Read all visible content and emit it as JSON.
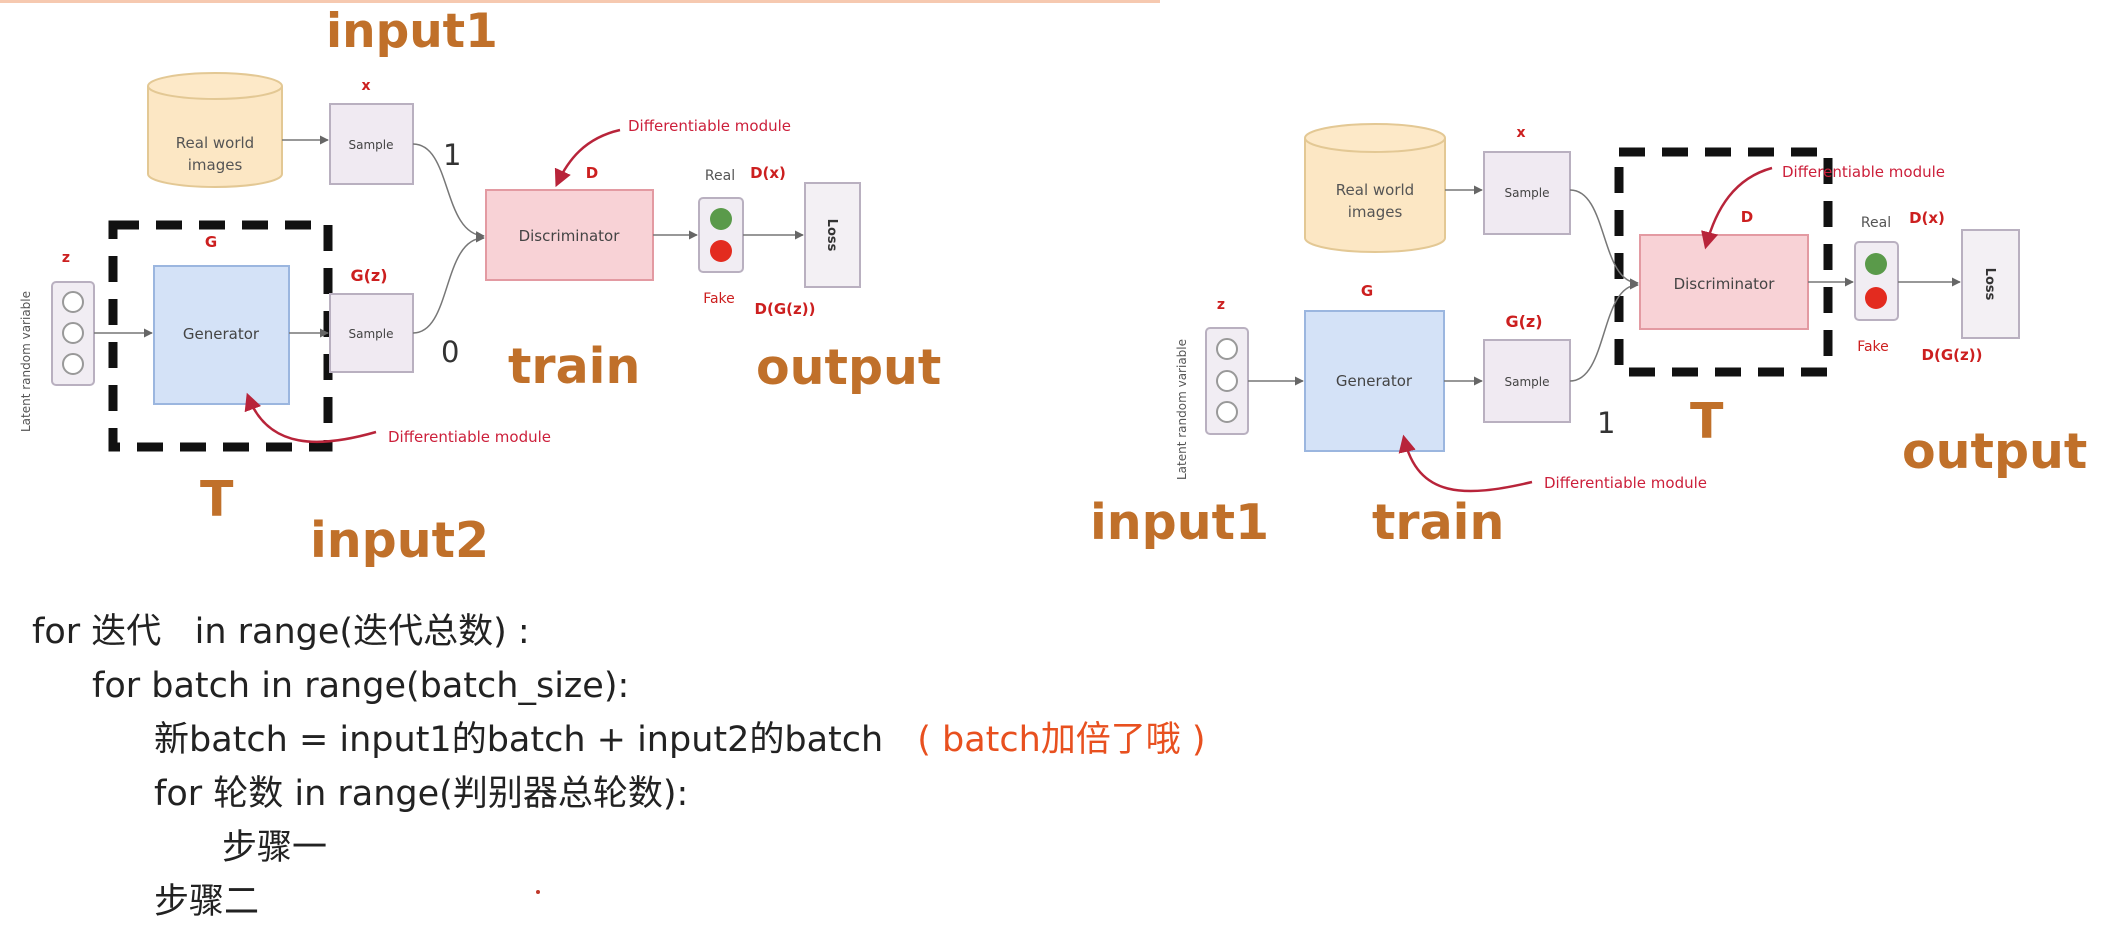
{
  "left_diagram": {
    "real_world_images": [
      "Real world",
      "images"
    ],
    "sample_top": "Sample",
    "x_label": "x",
    "label_one": "1",
    "label_zero": "0",
    "z_label": "z",
    "latent_label": "Latent random variable",
    "g_label": "G",
    "generator": "Generator",
    "gz_label": "G(z)",
    "sample_bottom": "Sample",
    "d_label": "D",
    "discriminator": "Discriminator",
    "real": "Real",
    "fake": "Fake",
    "dx": "D(x)",
    "dgz": "D(G(z))",
    "loss": "Loss",
    "diff_module_top": "Differentiable module",
    "diff_module_bottom": "Differentiable module",
    "input1": "input1",
    "input2": "input2",
    "train": "train",
    "output": "output",
    "t_label": "T"
  },
  "right_diagram": {
    "real_world_images": [
      "Real world",
      "images"
    ],
    "sample_top": "Sample",
    "x_label": "x",
    "z_label": "z",
    "latent_label": "Latent random variable",
    "g_label": "G",
    "generator": "Generator",
    "gz_label": "G(z)",
    "sample_bottom": "Sample",
    "d_label": "D",
    "discriminator": "Discriminator",
    "real": "Real",
    "fake": "Fake",
    "dx": "D(x)",
    "dgz": "D(G(z))",
    "loss": "Loss",
    "diff_module_top": "Differentiable module",
    "diff_module_bottom": "Differentiable module",
    "label_one": "1",
    "input1": "input1",
    "train": "train",
    "output": "output",
    "t_label": "T"
  },
  "code": {
    "line1": "for 迭代   in range(迭代总数) :",
    "line2": "for batch in range(batch_size):",
    "line3": "新batch = input1的batch + input2的batch",
    "line3_note": "( batch加倍了哦 )",
    "line4": "for 轮数 in range(判别器总轮数):",
    "line5": "步骤一",
    "line6": "步骤二"
  },
  "colors": {
    "orange_label": "#c0702a",
    "red_label": "#cc1f1f",
    "note_red": "#e8501f",
    "db_fill": "#fce7c4",
    "generator_fill": "#d4e2f7",
    "discriminator_fill": "#f8d2d6",
    "sample_fill": "#f0eaf2"
  }
}
